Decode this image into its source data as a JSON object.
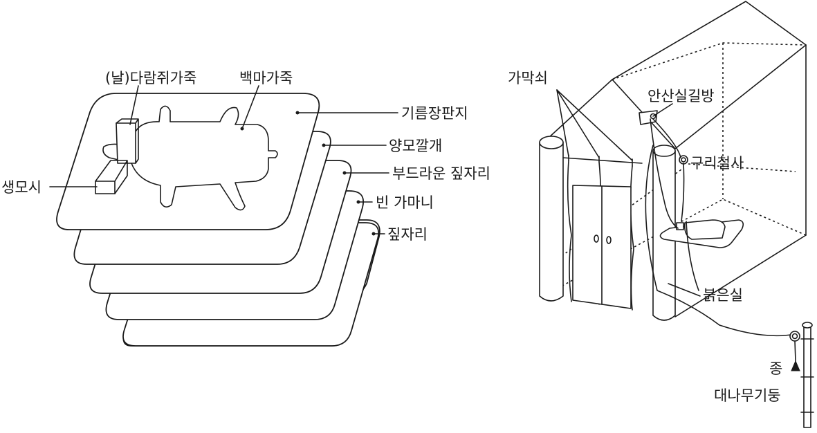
{
  "labels": {
    "dark_squirrel_leather": "(날)다람쥐가죽",
    "white_horse_leather": "백마가죽",
    "oiled_floor_paper": "기름장판지",
    "wool_rug": "양모깔개",
    "soft_straw_mat": "부드라운 짚자리",
    "empty_straw_sack": "빈 가마니",
    "straw_mat": "짚자리",
    "raw_ramie_thread": "생모시",
    "curtain_rod": "가막쇠",
    "birth_room_path": "안산실길방",
    "copper_wire": "구리철사",
    "red_thread": "붉은실",
    "bell": "종",
    "bamboo_pole": "대나무기둥"
  }
}
